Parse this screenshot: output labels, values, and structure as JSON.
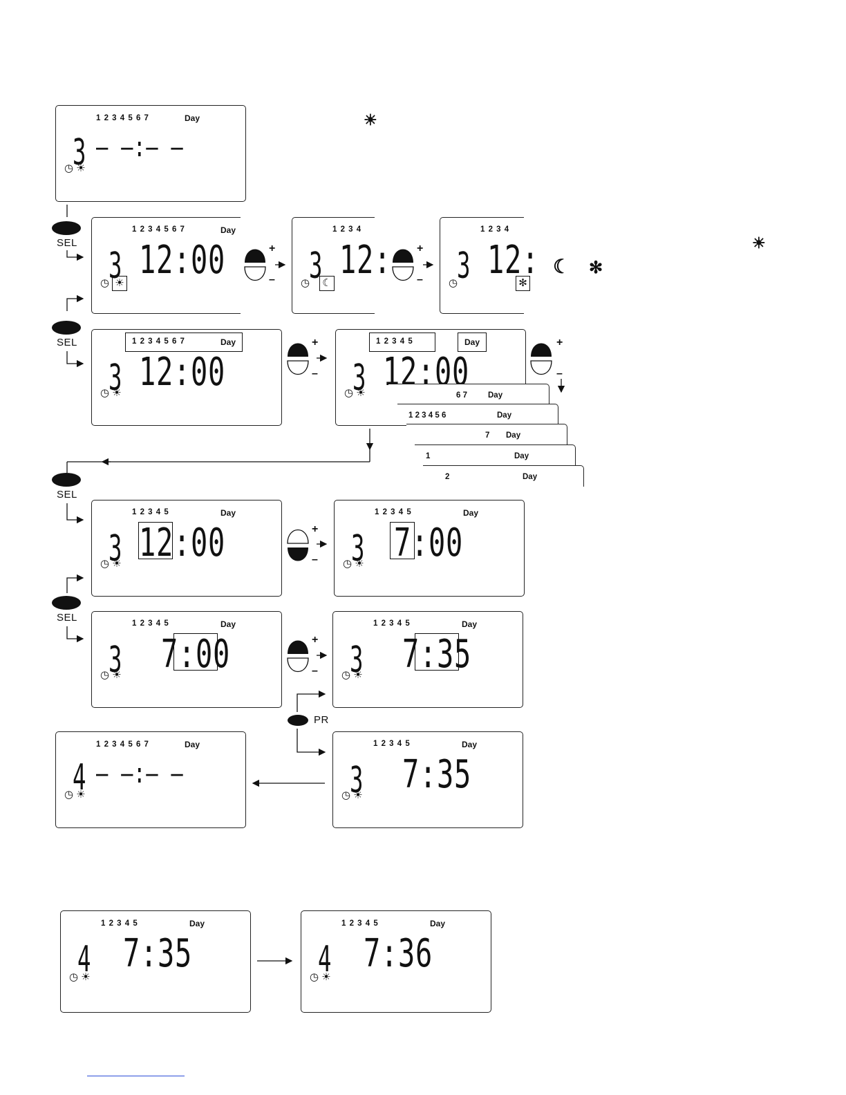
{
  "labels": {
    "days_all": "1 2 3 4 5 6 7",
    "days_15": "1 2 3 4 5",
    "days_1234": "1 2 3 4",
    "day": "Day",
    "sel": "SEL",
    "pr": "PR",
    "plus": "+",
    "minus": "–"
  },
  "digits": {
    "p3": "3",
    "p4": "4",
    "blank_time": "– –:– –",
    "t1200": "12:00",
    "t12": "12",
    "t12c": "12:",
    "t00": "00",
    "t700": "7:00",
    "t7": "7",
    "t735": "7:35",
    "t35": "35",
    "t736": "7:36"
  },
  "icons": {
    "clock": "◷",
    "sun": "☀",
    "moon": "☾",
    "frost": "✻"
  },
  "day_tabs": [
    {
      "days": "6 7",
      "day": "Day"
    },
    {
      "days": "1 2 3 4 5 6",
      "day": "Day"
    },
    {
      "days": "7",
      "day": "Day"
    },
    {
      "days": "1",
      "day": "Day"
    },
    {
      "days": "2",
      "day": "Day"
    }
  ],
  "colors": {
    "ink": "#111111",
    "link": "#2a4bd8"
  }
}
